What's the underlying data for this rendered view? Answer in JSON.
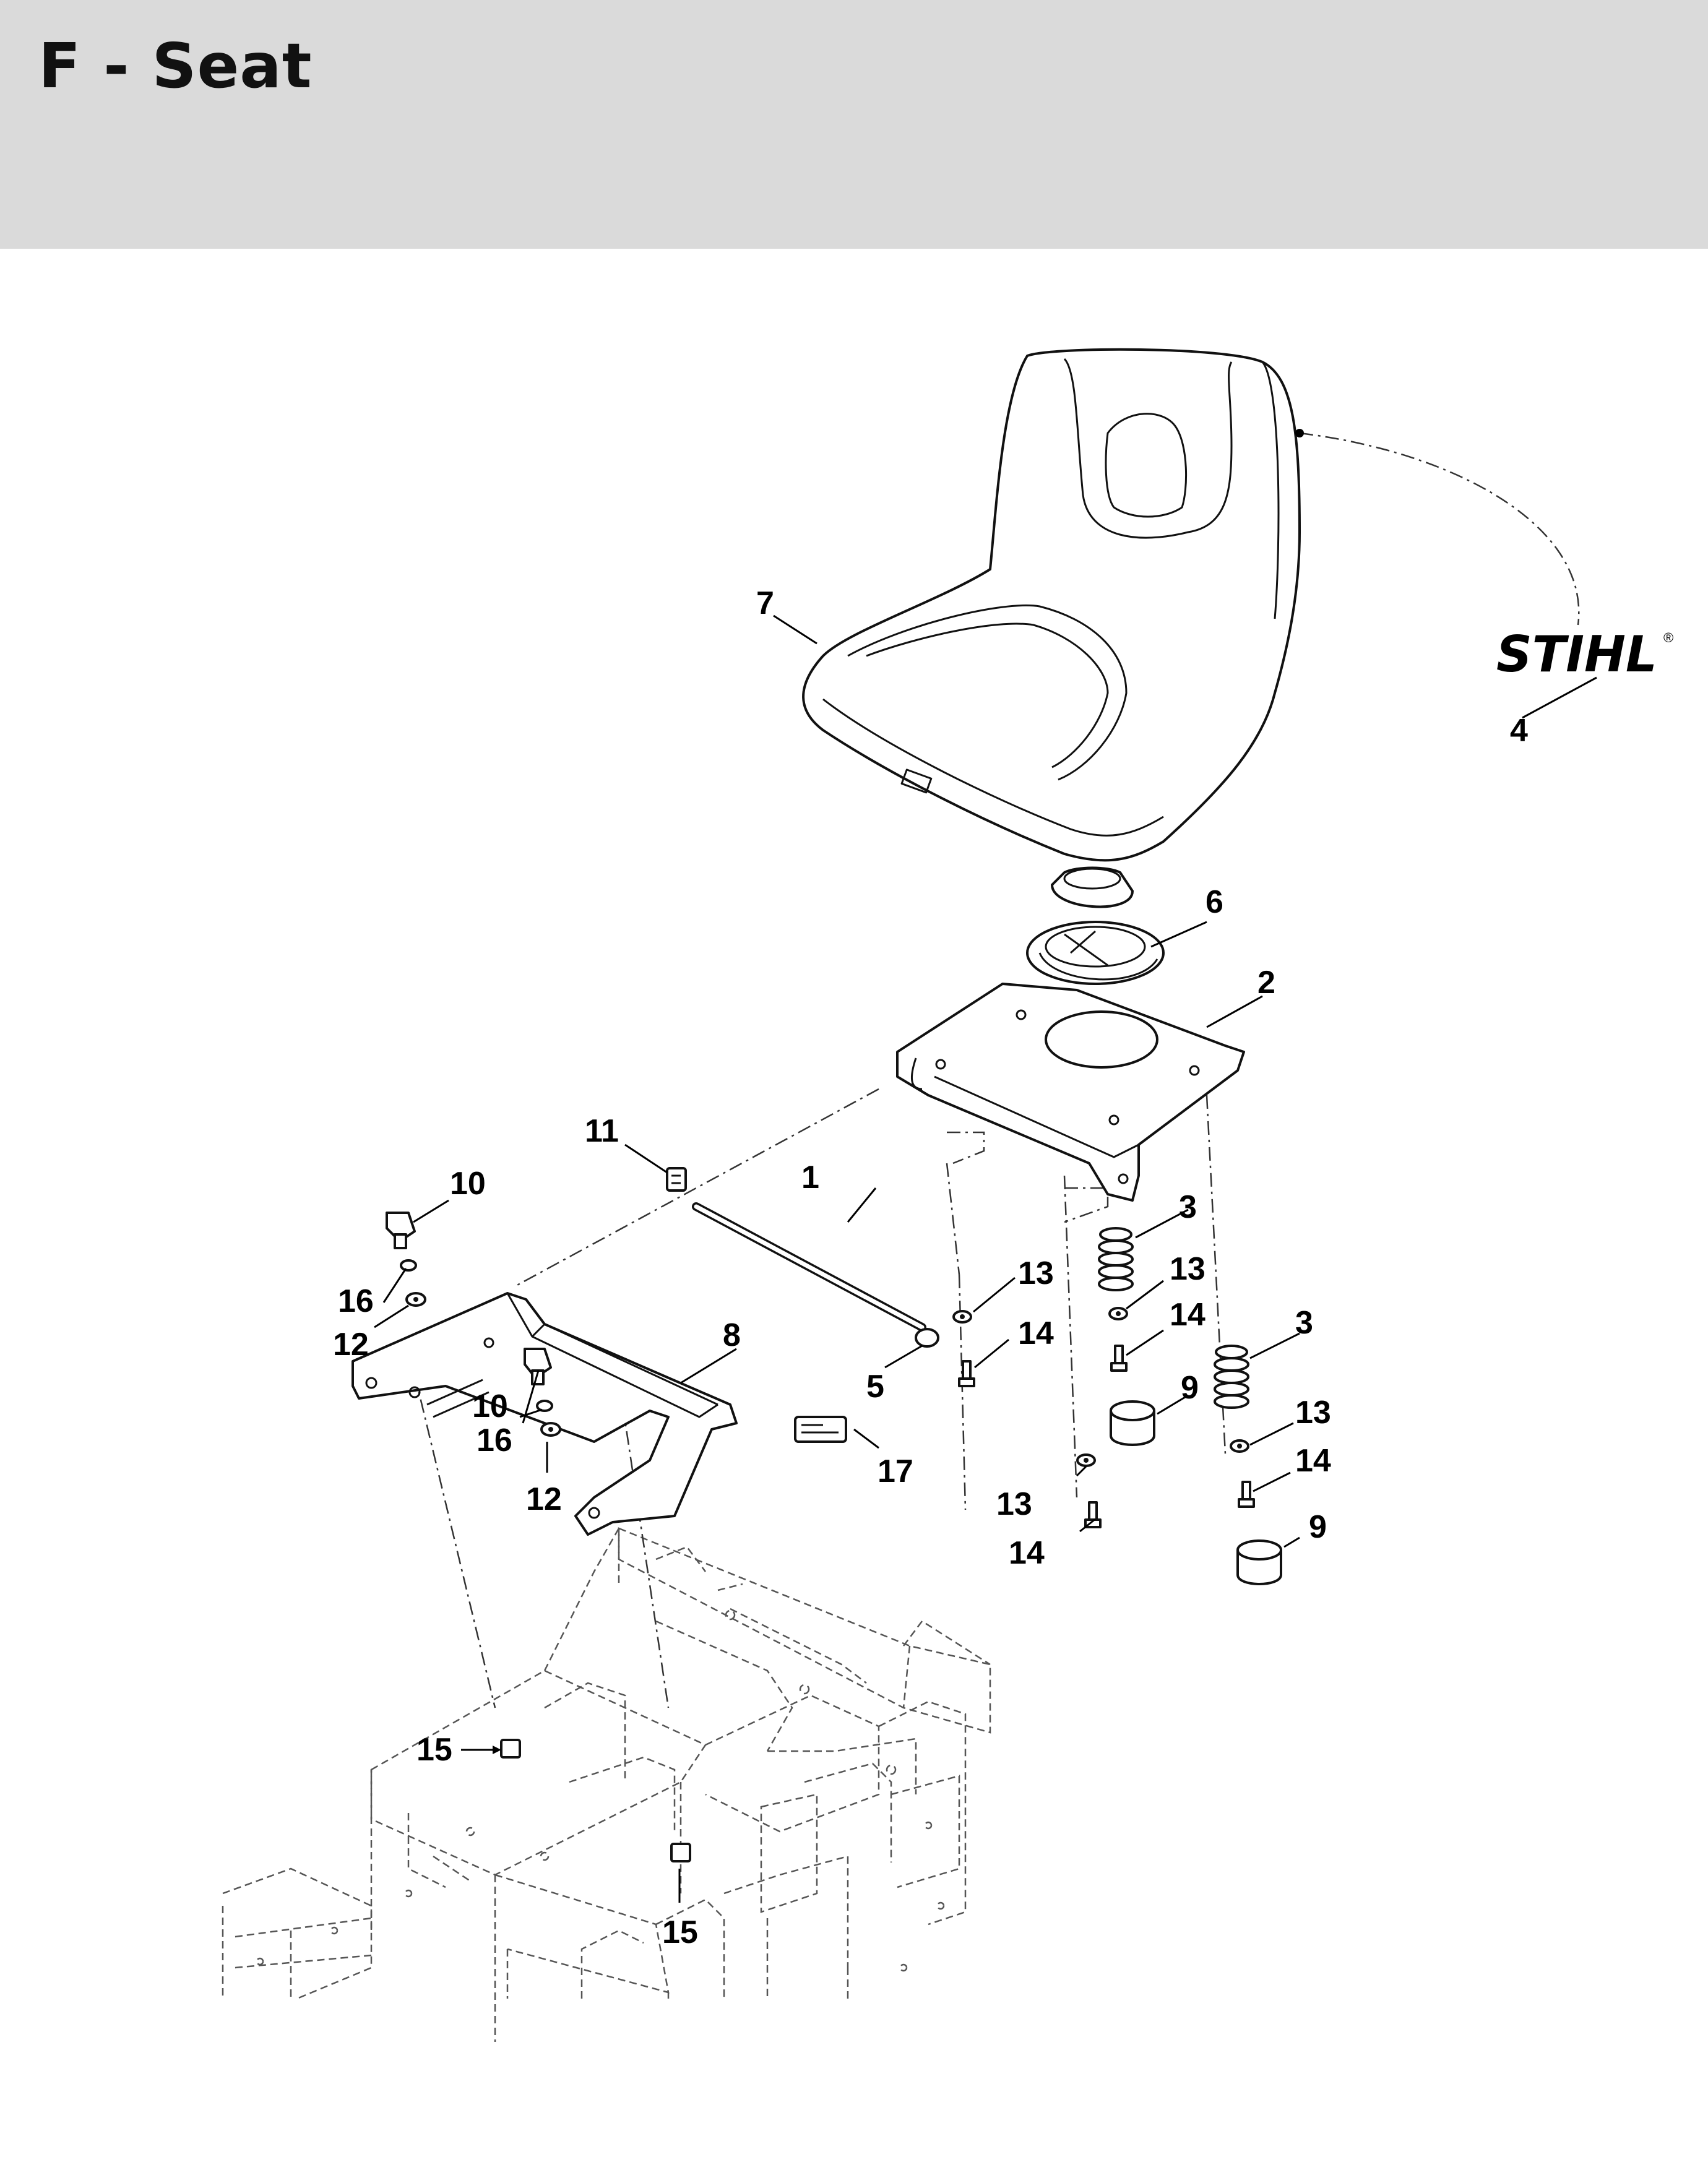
{
  "page": {
    "title": "F - Seat"
  },
  "brand": {
    "logo": "STIHL",
    "registered": "®"
  },
  "callouts": {
    "c1": "1",
    "c2": "2",
    "c3a": "3",
    "c3b": "3",
    "c4": "4",
    "c5": "5",
    "c6": "6",
    "c7": "7",
    "c8": "8",
    "c9a": "9",
    "c9b": "9",
    "c10a": "10",
    "c10b": "10",
    "c11": "11",
    "c12a": "12",
    "c12b": "12",
    "c13a": "13",
    "c13b": "13",
    "c13c": "13",
    "c13d": "13",
    "c14a": "14",
    "c14b": "14",
    "c14c": "14",
    "c14d": "14",
    "c15a": "15",
    "c15b": "15",
    "c16a": "16",
    "c16b": "16",
    "c17": "17"
  }
}
